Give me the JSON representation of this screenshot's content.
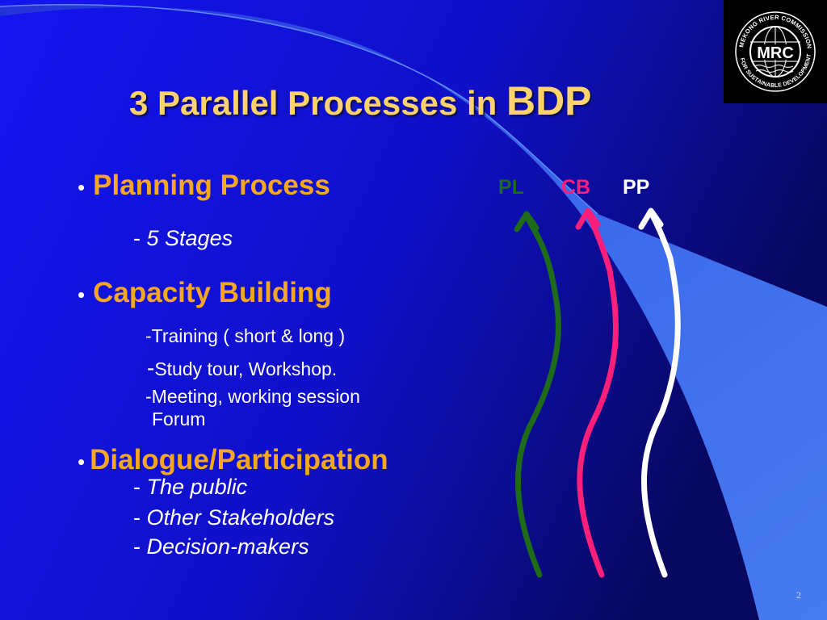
{
  "slide": {
    "title_main": "3 Parallel Processes in ",
    "title_emph": "BDP",
    "bullets": [
      {
        "label": "Planning Process",
        "items": [
          {
            "dash": "-",
            "text": "5 Stages"
          }
        ]
      },
      {
        "label": "Capacity Building",
        "items": [
          {
            "text": "-Training ( short  & long )"
          },
          {
            "dash": "-",
            "text": "Study tour, Workshop."
          },
          {
            "text": "-Meeting, working session"
          },
          {
            "text": "Forum"
          }
        ]
      },
      {
        "label": "Dialogue/Participation",
        "items": [
          {
            "dash": "-",
            "text": "The public"
          },
          {
            "dash": "-",
            "text": "Other Stakeholders"
          },
          {
            "dash": "-",
            "text": "Decision-makers"
          }
        ]
      }
    ],
    "arrows": [
      {
        "label": "PL",
        "color": "#1E6B1A"
      },
      {
        "label": "CB",
        "color": "#FF1E7A"
      },
      {
        "label": "PP",
        "color": "#FFFFFF"
      }
    ],
    "page_number": "2"
  },
  "logo": {
    "abbr": "MRC",
    "ring_text": "MEKONG RIVER COMMISSION FOR SUSTAINABLE DEVELOPMENT",
    "icon": "globe-waves-icon"
  },
  "colors": {
    "background": "#1212E6",
    "title": "#FFD36B",
    "bullet_label": "#F5A623",
    "wedge": "#3F6EF0"
  }
}
